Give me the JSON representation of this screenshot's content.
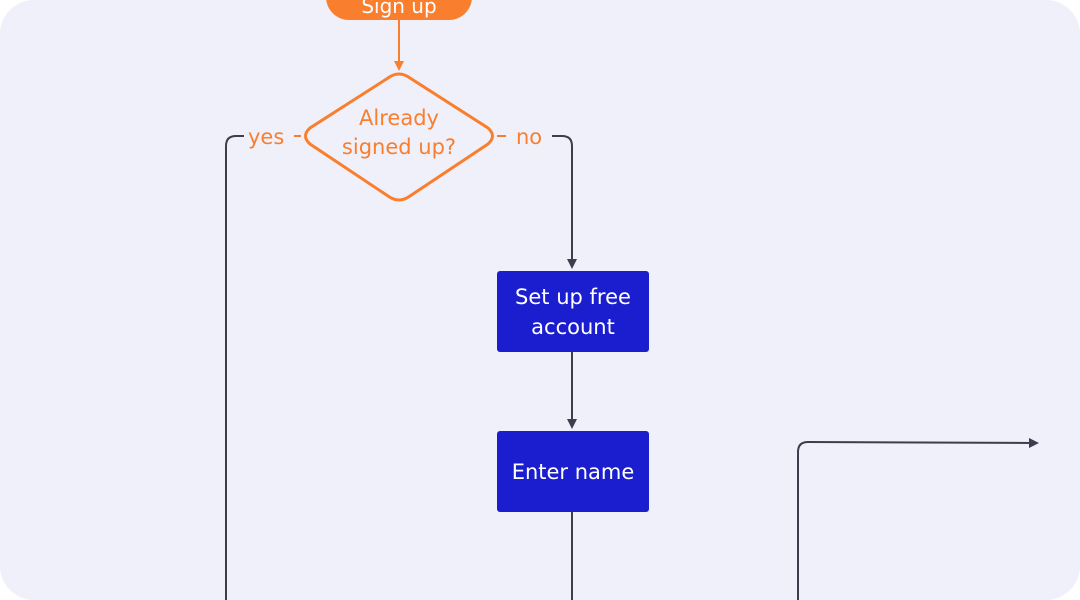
{
  "diagram": {
    "nodes": {
      "start": {
        "label": "Sign up",
        "shape": "terminal"
      },
      "decision": {
        "label_line1": "Already",
        "label_line2": "signed up?",
        "shape": "diamond"
      },
      "setup": {
        "label_line1": "Set up free",
        "label_line2": "account",
        "shape": "process"
      },
      "name": {
        "label": "Enter name",
        "shape": "process"
      }
    },
    "edges": {
      "yes_label": "yes",
      "no_label": "no"
    },
    "colors": {
      "background": "#eff0fa",
      "accent": "#f97f2e",
      "process_fill": "#1b1ecf",
      "connector": "#3d3d4e"
    }
  }
}
